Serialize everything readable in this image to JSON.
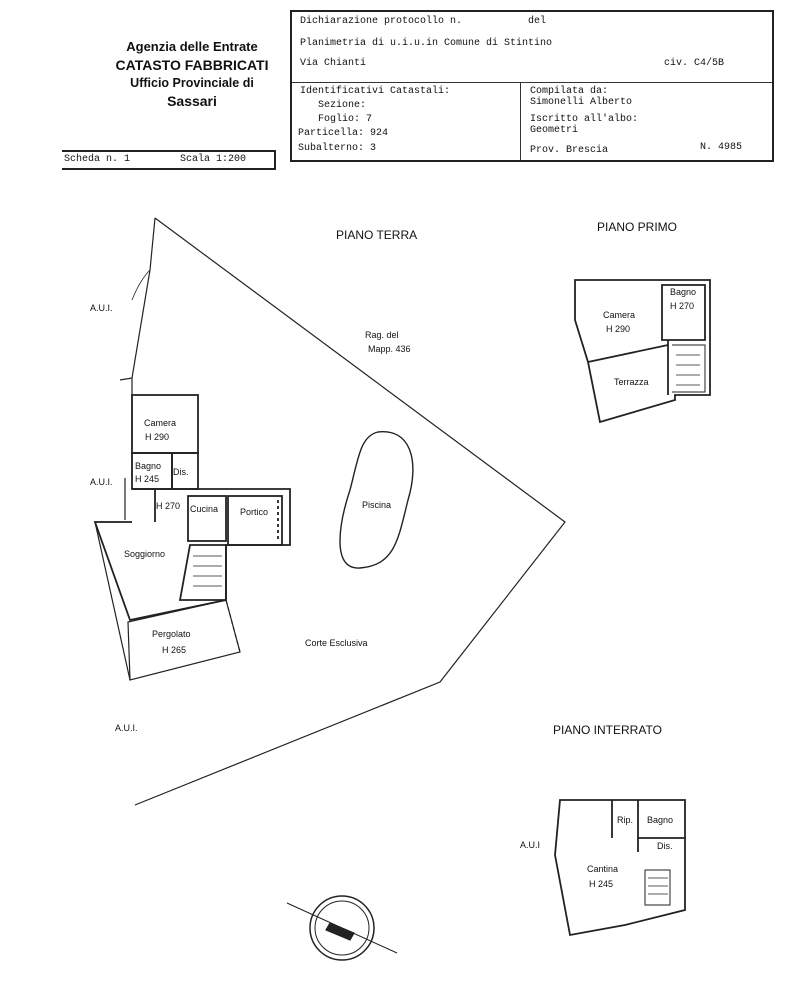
{
  "header": {
    "agency_line1": "Agenzia delle Entrate",
    "agency_line2": "CATASTO FABBRICATI",
    "agency_line3": "Ufficio Provinciale di",
    "agency_line4": "Sassari",
    "scheda_label": "Scheda n. 1",
    "scala_label": "Scala 1:200"
  },
  "form": {
    "dichiarazione": "Dichiarazione protocollo n.",
    "del": "del",
    "planimetria": "Planimetria di u.i.u.in Comune di Stintino",
    "via": "Via Chianti",
    "civ": "civ. C4/5B",
    "identificativi": "Identificativi Catastali:",
    "sezione": "Sezione:",
    "foglio": "Foglio: 7",
    "particella": "Particella: 924",
    "subalterno": "Subalterno: 3",
    "compilata": "Compilata da:",
    "compilatore": "Simonelli Alberto",
    "iscritto": "Iscritto all'albo:",
    "albo": "Geometri",
    "prov": "Prov. Brescia",
    "numero": "N. 4985"
  },
  "titles": {
    "piano_terra": "PIANO TERRA",
    "piano_primo": "PIANO PRIMO",
    "piano_interrato": "PIANO INTERRATO"
  },
  "labels": {
    "aui1": "A.U.I.",
    "aui2": "A.U.I.",
    "aui3": "A.U.I.",
    "aui4": "A.U.I",
    "rag_del": "Rag. del",
    "mapp": "Mapp. 436",
    "piscina": "Piscina",
    "corte": "Corte Esclusiva",
    "camera_pt": "Camera",
    "camera_pt_h": "H 290",
    "bagno_pt": "Bagno",
    "bagno_pt_h": "H 245",
    "dis_pt": "Dis.",
    "h270_pt": "H 270",
    "cucina": "Cucina",
    "portico": "Portico",
    "soggiorno": "Soggiorno",
    "pergolato": "Pergolato",
    "pergolato_h": "H 265",
    "camera_pp": "Camera",
    "camera_pp_h": "H 290",
    "bagno_pp": "Bagno",
    "bagno_pp_h": "H 270",
    "terrazza": "Terrazza",
    "rip": "Rip.",
    "bagno_pi": "Bagno",
    "dis_pi": "Dis.",
    "cantina": "Cantina",
    "cantina_h": "H 245"
  }
}
